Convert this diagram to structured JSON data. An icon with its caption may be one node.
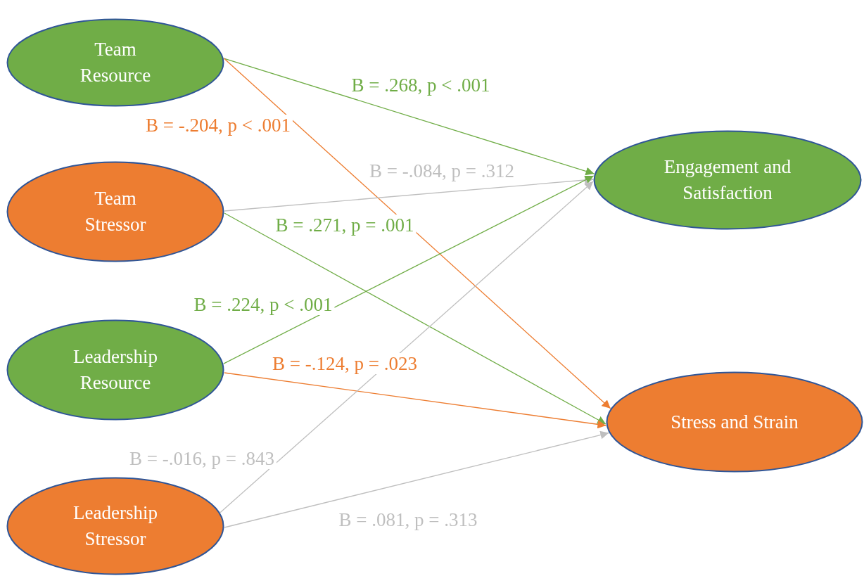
{
  "diagram": {
    "nodes": [
      {
        "text": [
          "Team Resource"
        ]
      },
      {
        "text": [
          "Team Stressor"
        ]
      },
      {
        "text": [
          "Leadership Resource"
        ]
      },
      {
        "text": [
          "Leadership Stressor"
        ]
      },
      {
        "text": [
          "Engagement and Satisfaction"
        ]
      },
      {
        "text": [
          "Stress and Strain"
        ]
      }
    ],
    "edges": [
      {
        "from": 0,
        "to": 4,
        "arrow": "to",
        "label": "B = .268, p < .001",
        "color": "#70ad47"
      },
      {
        "from": 0,
        "to": 5,
        "arrow": "to",
        "label": "B = -.204, p < .001",
        "color": "#ed7d31"
      },
      {
        "from": 1,
        "to": 4,
        "arrow": "to",
        "label": "B = -.084, p = .312",
        "color": "#bfbfbf"
      },
      {
        "from": 1,
        "to": 5,
        "arrow": "to",
        "label": "B = .271, p = .001",
        "color": "#70ad47"
      },
      {
        "from": 2,
        "to": 4,
        "arrow": "to",
        "label": "B = .224, p < .001",
        "color": "#70ad47"
      },
      {
        "from": 2,
        "to": 5,
        "arrow": "to",
        "label": "B = -.124, p = .023",
        "color": "#ed7d31"
      },
      {
        "from": 3,
        "to": 4,
        "arrow": "to",
        "label": "B = -.016, p = .843",
        "color": "#bfbfbf"
      },
      {
        "from": 3,
        "to": 5,
        "arrow": "to",
        "label": "B = .081, p = .313",
        "color": "#bfbfbf"
      }
    ]
  }
}
